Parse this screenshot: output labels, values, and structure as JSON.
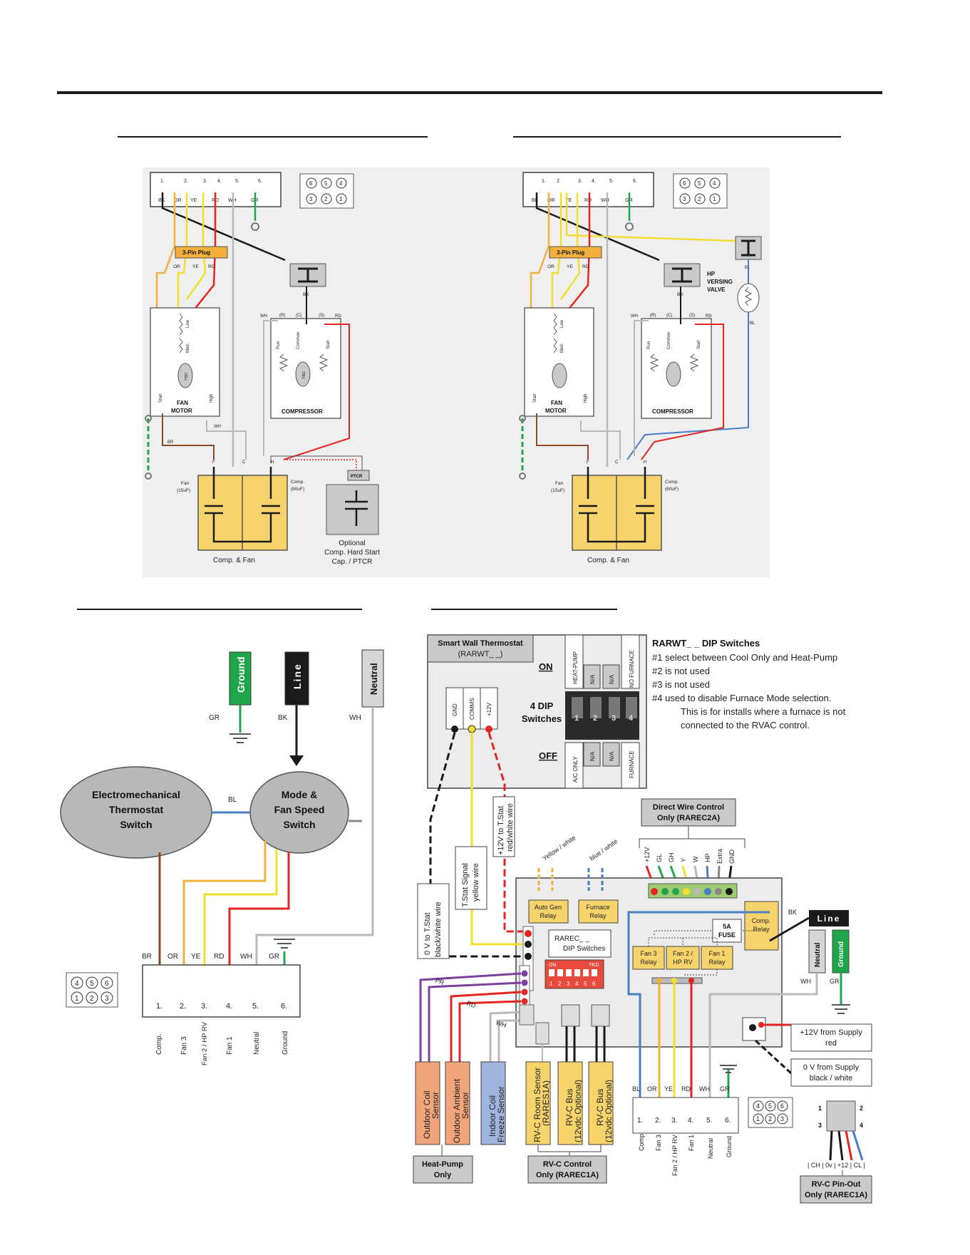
{
  "strip": {
    "nums": [
      "1.",
      "2.",
      "3.",
      "4.",
      "5.",
      "6."
    ],
    "colors_a": [
      "BK",
      "OR",
      "YE",
      "RD",
      "WH",
      "GR"
    ],
    "colors_d": [
      "BL",
      "OR",
      "YE",
      "RD",
      "WH",
      "GR"
    ],
    "plug_pins": [
      "6",
      "5",
      "4",
      "3",
      "2",
      "1"
    ]
  },
  "diagram_a": {
    "plug_label": "3-Pin Plug",
    "plug_colors": [
      "OR",
      "YE",
      "RD"
    ],
    "motor_speeds": [
      "Low",
      "Med.",
      "High"
    ],
    "motor_start": "Start",
    "motor_label_1": "FAN",
    "motor_label_2": "MOTOR",
    "comp_terms": [
      "(R)",
      "(C)",
      "(S)"
    ],
    "comp_windings": [
      "Run",
      "Common",
      "Start"
    ],
    "comp_label": "COMPRESSOR",
    "wire_labels": {
      "bk": "BK",
      "wh": "WH",
      "rd": "RD",
      "br": "BR"
    },
    "cap_terms": [
      "F",
      "C",
      "H"
    ],
    "fan_cap_1": "Fan",
    "fan_cap_2": "(15uF)",
    "comp_cap_1": "Comp.",
    "comp_cap_2": "(60uF)",
    "cap_label": "Comp. & Fan",
    "ptcr_label": "PTCR",
    "optional_lines": [
      "Optional",
      "Comp. Hard Start",
      "Cap. / PTCR"
    ],
    "tbd": "TBD"
  },
  "diagram_b": {
    "rv_lines": [
      "HP",
      "VERSING",
      "VALVE"
    ],
    "bl": "BL"
  },
  "diagram_c": {
    "ground": "Ground",
    "line": "Line",
    "neutral": "Neutral",
    "wire_gr": "GR",
    "wire_bk": "BK",
    "wire_wh": "WH",
    "wire_bl": "BL",
    "wire_br": "BR",
    "thermostat_lines": [
      "Electromechanical",
      "Thermostat",
      "Switch"
    ],
    "mode_lines": [
      "Mode &",
      "Fan Speed",
      "Switch"
    ],
    "term_names": [
      "Comp.",
      "Fan 3",
      "Fan 2 / HP RV",
      "Fan 1",
      "Neutral",
      "Ground"
    ]
  },
  "diagram_d": {
    "thermostat_box": [
      "Smart Wall Thermostat",
      "(RARWT_ _)"
    ],
    "t_terms": [
      "GND",
      "COMMS",
      "+12V"
    ],
    "on": "ON",
    "off": "OFF",
    "dip_label": [
      "4  DIP",
      "Switches"
    ],
    "dip_nums": [
      "1",
      "2",
      "3",
      "4"
    ],
    "dip_top": [
      "HEAT-PUMP",
      "N/A",
      "N/A",
      "NO  FURNACE"
    ],
    "dip_bottom": [
      "A/C  ONLY",
      "N/A",
      "N/A",
      "FURNACE"
    ],
    "notes_title": "RARWT_ _ DIP Switches",
    "notes": [
      "#1 select between Cool Only and Heat-Pump",
      "#2 is not used",
      "#3 is not used",
      "#4 used to disable Furnace Mode selection.",
      "This is for installs where a furnace is not",
      "connected to the RVAC control."
    ],
    "direct_wire": [
      "Direct Wire Control",
      "Only (RAREC2A)"
    ],
    "dw_terms": [
      "+12V",
      "GL",
      "GH",
      "Y",
      "W",
      "HP",
      "Extra",
      "GND"
    ],
    "yellow_white": "Yellow / white",
    "blue_white": "blue / white",
    "auto_gen": [
      "Auto Gen",
      "Relay"
    ],
    "furnace_relay": [
      "Furnace",
      "Relay"
    ],
    "comp_relay": [
      "Comp.",
      "Relay"
    ],
    "fuse": [
      "5A",
      "FUSE"
    ],
    "fan3_relay": [
      "Fan 3",
      "Relay"
    ],
    "fan2_relay": [
      "Fan 2 /",
      "HP RV"
    ],
    "fan1_relay": [
      "Fan 1",
      "Relay"
    ],
    "rarec_dip": [
      "RAREC_ _",
      "DIP Switches"
    ],
    "dip_on": "ON",
    "dip_brand": "YKD",
    "dip6": [
      "1",
      "2",
      "3",
      "4",
      "5",
      "6"
    ],
    "v12_tstat": [
      "+12V to T.Stat",
      "red/white wire"
    ],
    "tstat_signal": [
      "T.Stat  Signal",
      "yellow wire"
    ],
    "v0_tstat": [
      "0 V to T.Stat",
      "black/white wire"
    ],
    "pr": "PR",
    "rd": "RD",
    "wh": "WH",
    "bk": "BK",
    "gr": "GR",
    "line": "Line",
    "neutral": "Neutral",
    "ground": "Ground",
    "plus12_supply": [
      "+12V from Supply",
      "red"
    ],
    "zero_supply": [
      "0 V from Supply",
      "black / white"
    ],
    "sensors": [
      [
        "Outdoor Coil",
        "Sensor"
      ],
      [
        "Outdoor Ambient",
        "Sensor"
      ],
      [
        "Indoor Coil",
        "Freeze Sensor"
      ],
      [
        "RV-C Room Sensor",
        "(RARES1A)"
      ],
      [
        "RV-C Bus",
        "(12vdc Optional)"
      ],
      [
        "RV-C Bus",
        "(12vdc Optional)"
      ]
    ],
    "heat_pump_only": [
      "Heat-Pump",
      "Only"
    ],
    "rvc_control": [
      "RV-C Control",
      "Only (RAREC1A)"
    ],
    "term_names": [
      "Comp.",
      "Fan 3",
      "Fan 2 / HP RV",
      "Fan 1",
      "Neutral",
      "Ground"
    ],
    "pinout_nums": [
      "1",
      "2",
      "3",
      "4"
    ],
    "pinout_row": "| CH | 0v | +12 | CL |",
    "pinout_label": [
      "RV-C Pin-Out",
      "Only (RAREC1A)"
    ]
  },
  "colors": {
    "black": "#1a1a1a",
    "orange": "#f3b03b",
    "yellow": "#f1df2e",
    "red": "#e52521",
    "gray": "#b9b9b9",
    "green": "#1fa64b",
    "blue": "#4a7ec6",
    "brown": "#8b4a23",
    "purple": "#7b3fa0",
    "cap": "#f7d46b",
    "sensor_orange": "#f2a57a",
    "sensor_blue": "#9fb4de",
    "bubble": "#b8b8b8",
    "boxgray": "#c9c9c9"
  }
}
